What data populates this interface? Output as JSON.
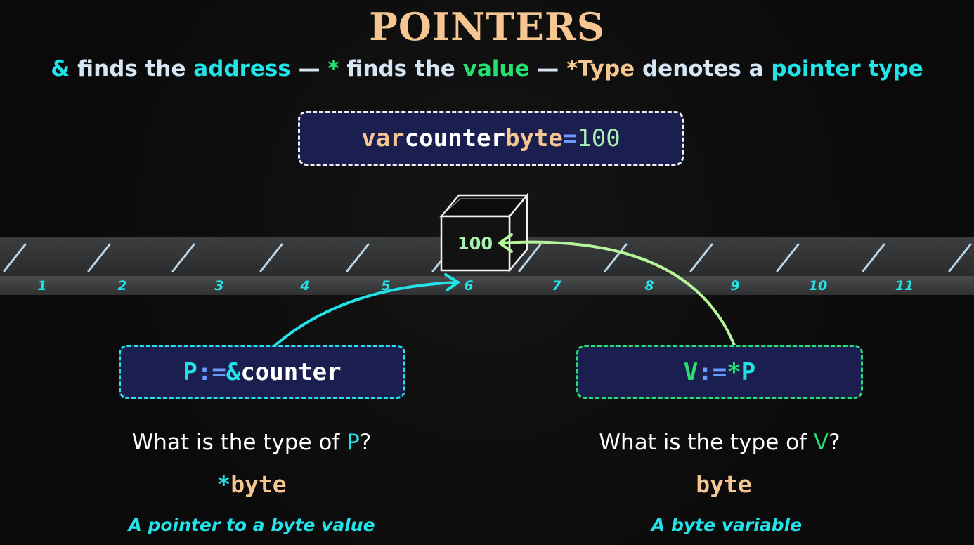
{
  "title": "POINTERS",
  "subtitle": {
    "amp": "&",
    "t1": " finds the ",
    "address": "address",
    "dash1": " — ",
    "star": "*",
    "t2": " finds the ",
    "value": "value",
    "dash2": " — ",
    "startype": "*Type",
    "t3": " denotes a ",
    "pointer_type": "pointer type"
  },
  "declaration": {
    "kw": "var",
    "name": "counter",
    "type": "byte",
    "op": "=",
    "value": "100"
  },
  "memory": {
    "cell_labels": [
      "1",
      "2",
      "3",
      "4",
      "5",
      "6",
      "7",
      "8",
      "9",
      "10",
      "11"
    ],
    "box_value": "100"
  },
  "left": {
    "code": {
      "var": "P",
      "op": ":=",
      "amp": "&",
      "target": "counter"
    },
    "question_prefix": "What is the type of ",
    "question_var": "P",
    "question_suffix": "?",
    "answer_star": "*",
    "answer_type": "byte",
    "note": "A pointer to a byte value"
  },
  "right": {
    "code": {
      "var": "V",
      "op": ":=",
      "star": "*",
      "target": "P"
    },
    "question_prefix": "What is the type of ",
    "question_var": "V",
    "question_suffix": "?",
    "answer_type": "byte",
    "note": "A byte variable"
  },
  "colors": {
    "cyan": "#22e3e8",
    "green": "#26e070",
    "orange": "#f5c692",
    "navy": "#1b1f4f",
    "light_green_arrow": "#b6f59a"
  }
}
